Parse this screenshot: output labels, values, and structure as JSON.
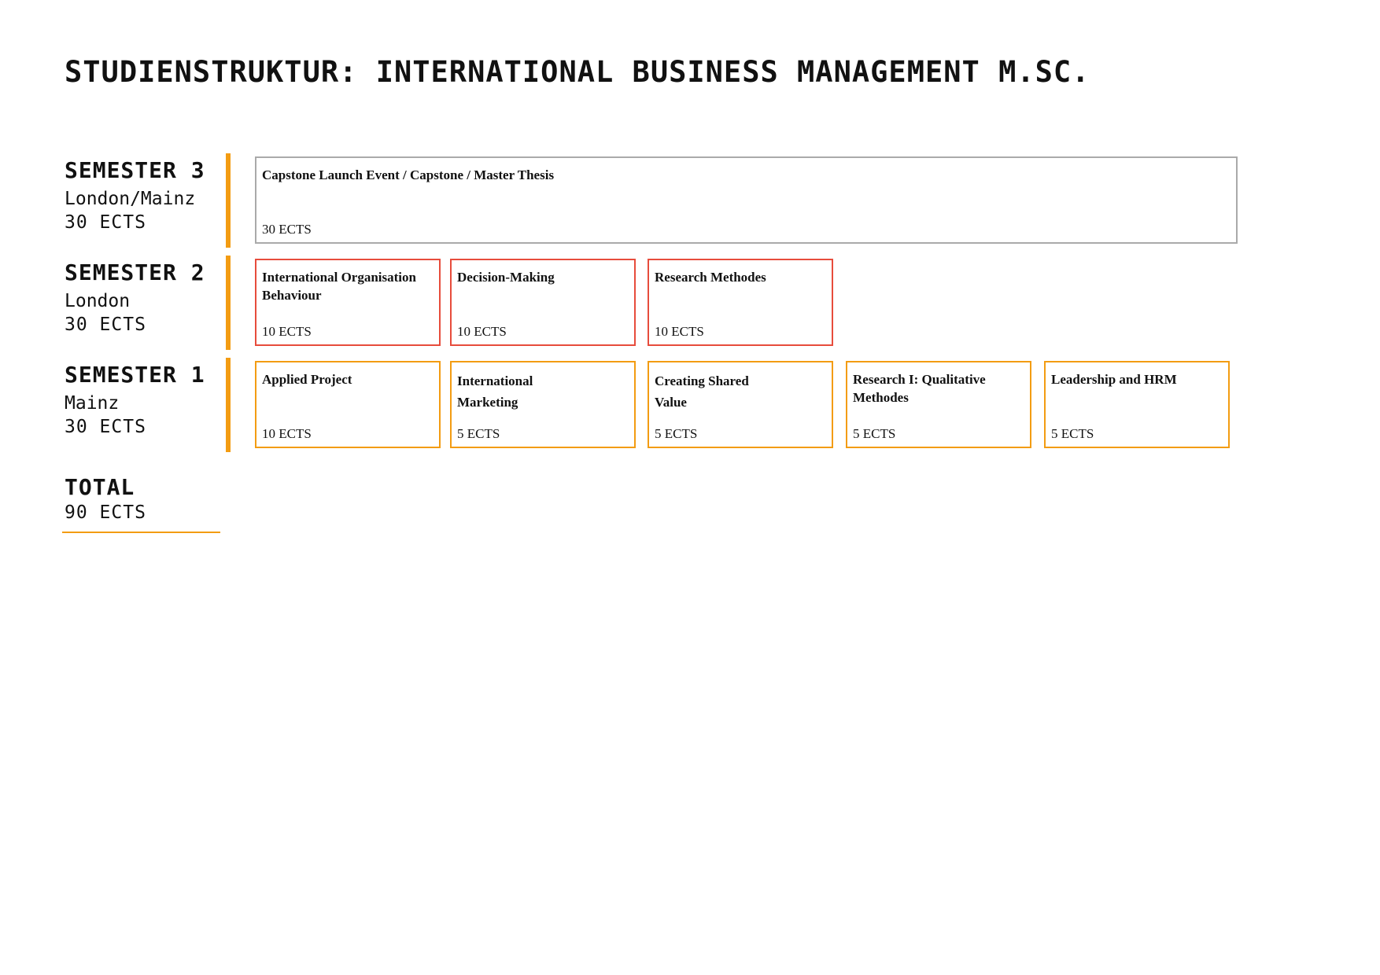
{
  "title": "STUDIENSTRUKTUR: INTERNATIONAL BUSINESS MANAGEMENT M.SC.",
  "colors": {
    "semester_bar": "#f39c12",
    "semester1_border": "#f39c12",
    "semester2_border": "#e74c3c",
    "semester3_border": "#aaaaaa"
  },
  "semesters": [
    {
      "name": "SEMESTER 3",
      "location": "London/Mainz",
      "ects": "30 ECTS",
      "modules": [
        {
          "title": "Capstone Launch Event / Capstone / Master Thesis",
          "ects": "30 ECTS"
        }
      ]
    },
    {
      "name": "SEMESTER 2",
      "location": "London",
      "ects": "30 ECTS",
      "modules": [
        {
          "title": "International Organisation Behaviour",
          "ects": "10 ECTS"
        },
        {
          "title": "Decision-Making",
          "ects": "10 ECTS"
        },
        {
          "title": "Research Methodes",
          "ects": "10 ECTS"
        }
      ]
    },
    {
      "name": "SEMESTER 1",
      "location": "Mainz",
      "ects": "30 ECTS",
      "modules": [
        {
          "title": "Applied Project",
          "ects": "10 ECTS"
        },
        {
          "title": "International Marketing",
          "ects": "5 ECTS"
        },
        {
          "title": "Creating Shared Value",
          "ects": "5 ECTS"
        },
        {
          "title": "Research I: Qualitative Methodes",
          "ects": "5 ECTS"
        },
        {
          "title": "Leadership and HRM",
          "ects": "5 ECTS"
        }
      ]
    }
  ],
  "total": {
    "name": "TOTAL",
    "ects": "90 ECTS"
  }
}
